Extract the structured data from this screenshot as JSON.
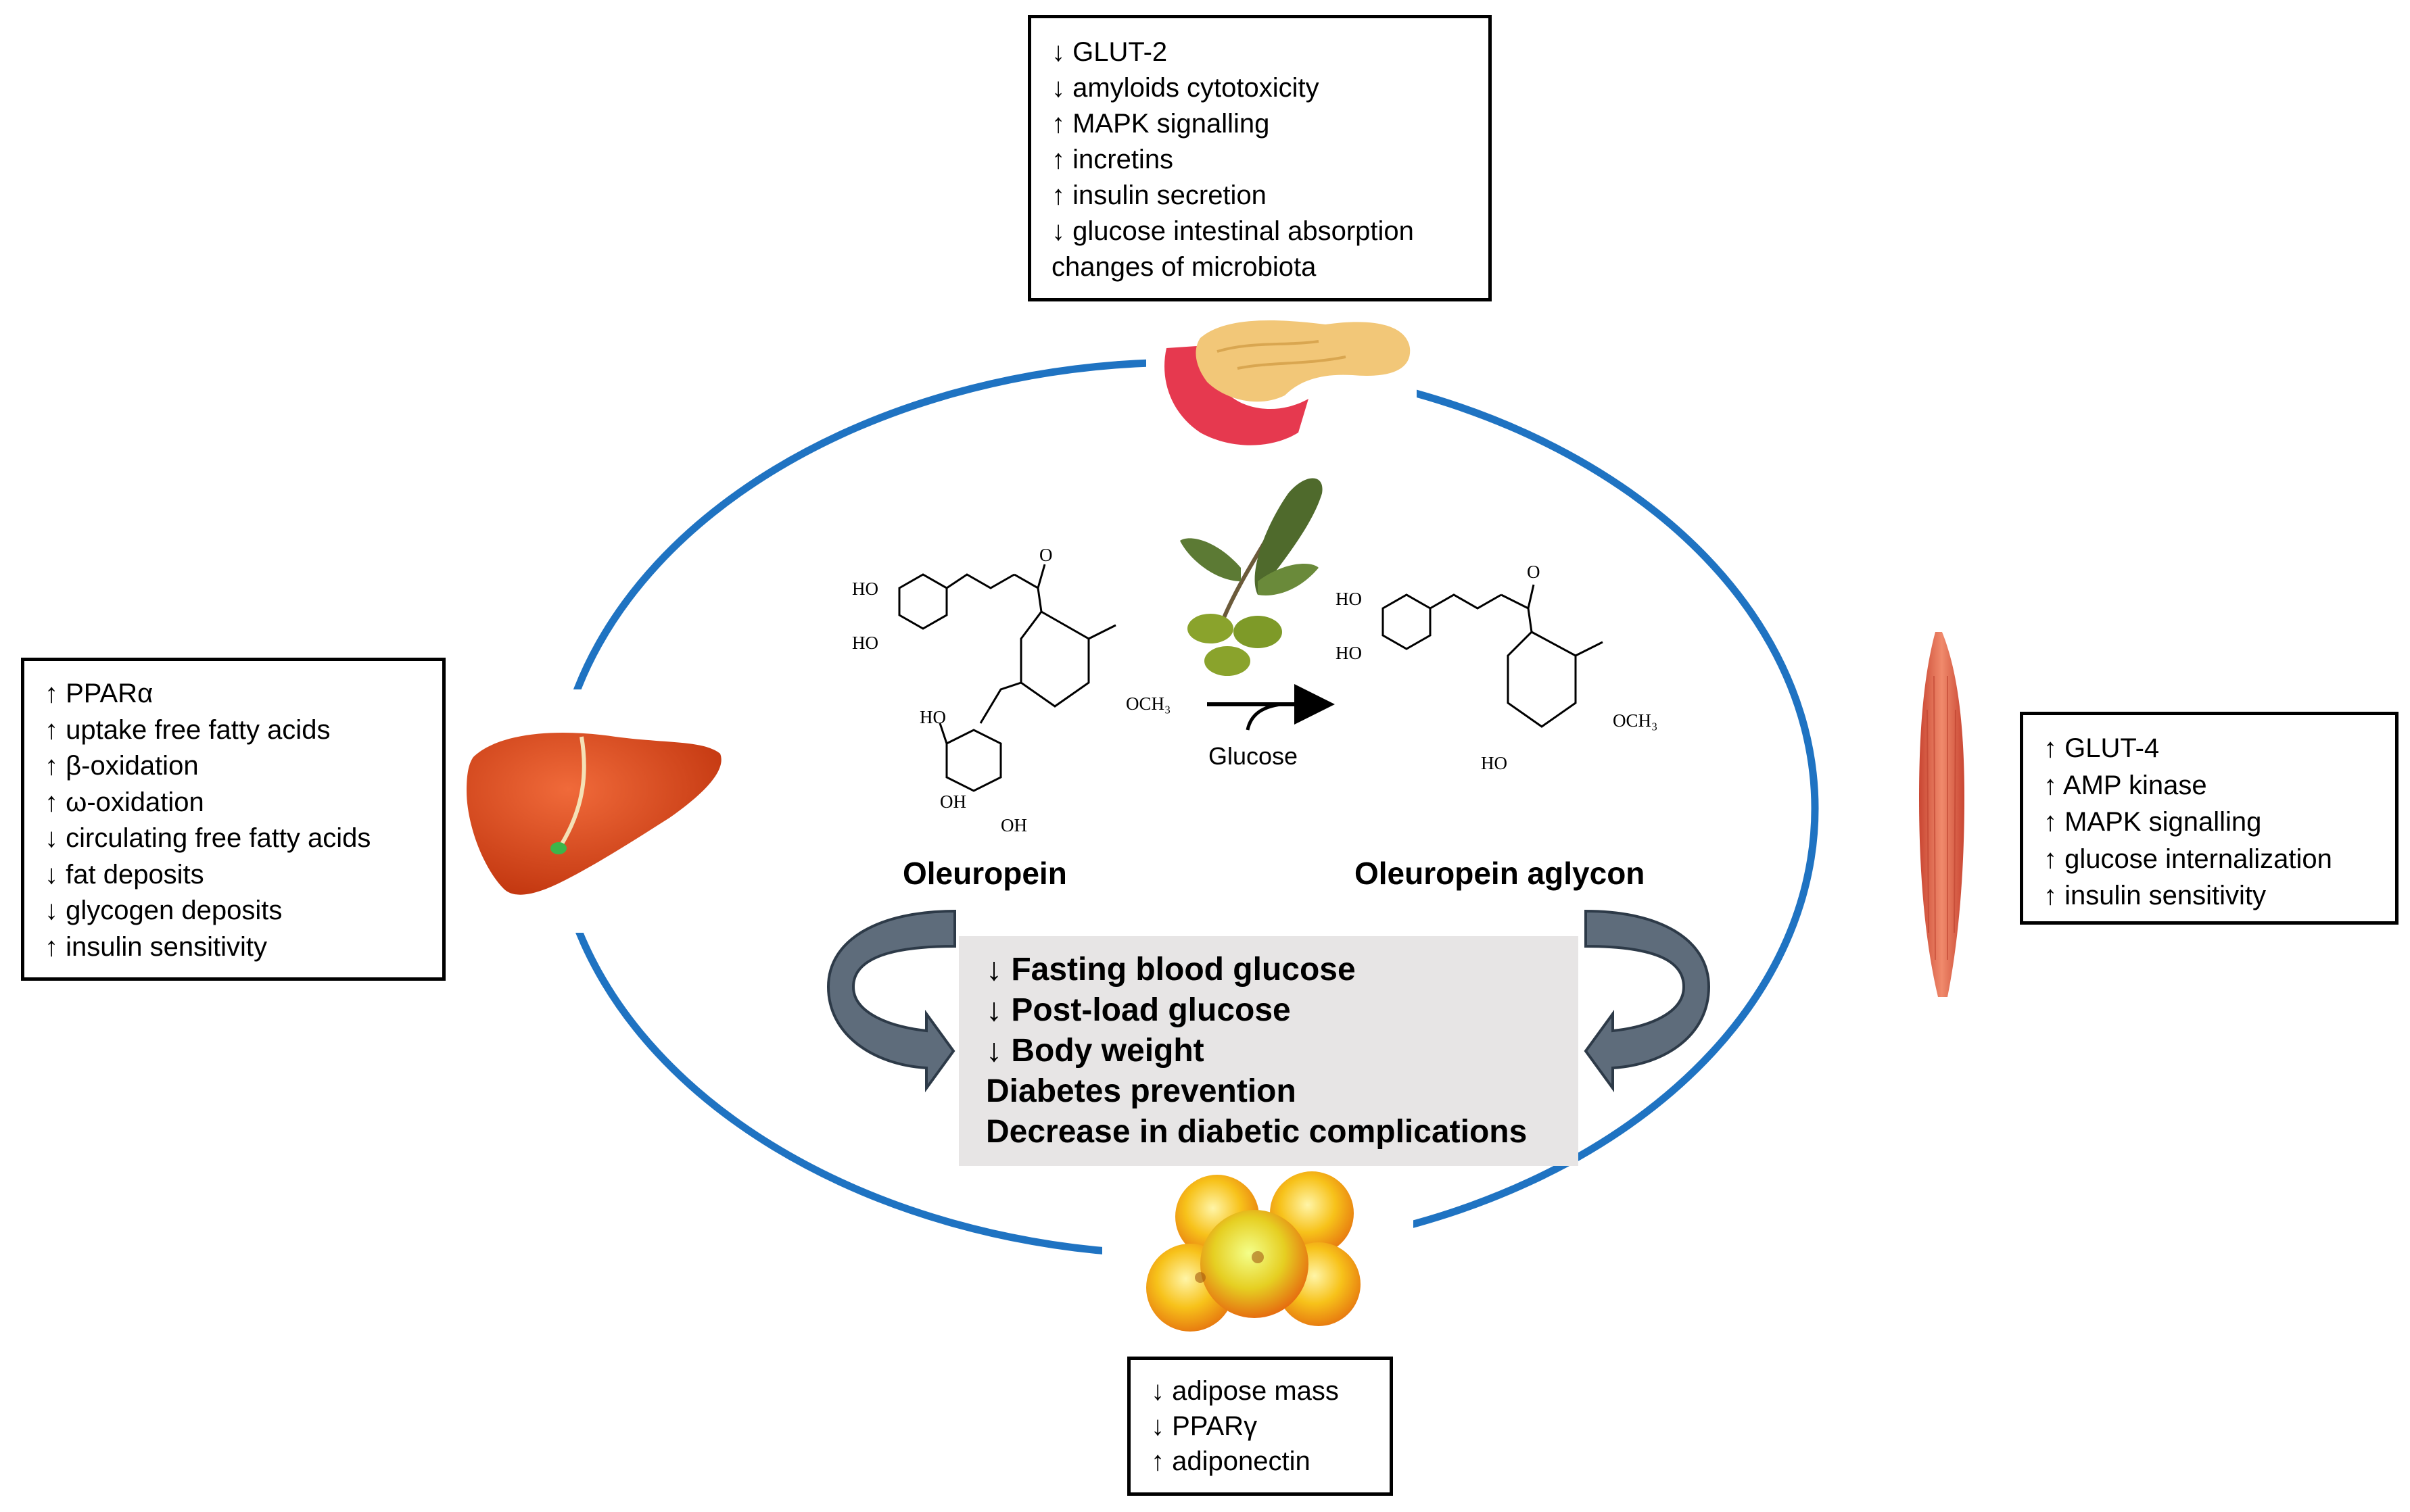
{
  "organs": {
    "pancreas": {
      "icon": "pancreas-icon",
      "effects": [
        "↓ GLUT-2",
        "↓ amyloids cytotoxicity",
        "↑ MAPK signalling",
        "↑ incretins",
        "↑ insulin secretion",
        "↓ glucose intestinal absorption",
        "changes of microbiota"
      ]
    },
    "liver": {
      "icon": "liver-icon",
      "effects": [
        "↑ PPARα",
        "↑ uptake free fatty acids",
        "↑ β-oxidation",
        "↑ ω-oxidation",
        "↓ circulating free fatty acids",
        "↓ fat deposits",
        "↓ glycogen deposits",
        "↑ insulin sensitivity"
      ]
    },
    "muscle": {
      "icon": "muscle-icon",
      "effects": [
        "↑ GLUT-4",
        "↑ AMP kinase",
        "↑ MAPK signalling",
        "↑ glucose internalization",
        "↑ insulin sensitivity"
      ]
    },
    "adipose": {
      "icon": "adipocytes-icon",
      "effects": [
        "↓ adipose mass",
        "↓ PPARγ",
        "↑ adiponectin"
      ]
    }
  },
  "center": {
    "compound_left": "Oleuropein",
    "compound_right": "Oleuropein aglycon",
    "reaction_label": "Glucose",
    "olive_icon": "olive-branch-icon",
    "outcomes": [
      "↓ Fasting blood glucose",
      "↓ Post-load glucose",
      "↓ Body weight",
      "Diabetes prevention",
      "Decrease in diabetic complications"
    ]
  },
  "structure_labels": {
    "ho": "HO",
    "oh": "OH",
    "o": "O",
    "och3": "OCH₃"
  },
  "colors": {
    "cycle_ring": "#1f73c2",
    "curved_arrows": "#5e6c7b",
    "panel_bg": "#e7e5e5",
    "liver": "#e0481e",
    "pancreas_body": "#f2c778",
    "pancreas_duodenum": "#e6394f",
    "muscle": "#e26750",
    "fat_droplet": "#f7b21a",
    "olive_leaf": "#4f6a2c",
    "olive_fruit": "#8aa32c"
  }
}
